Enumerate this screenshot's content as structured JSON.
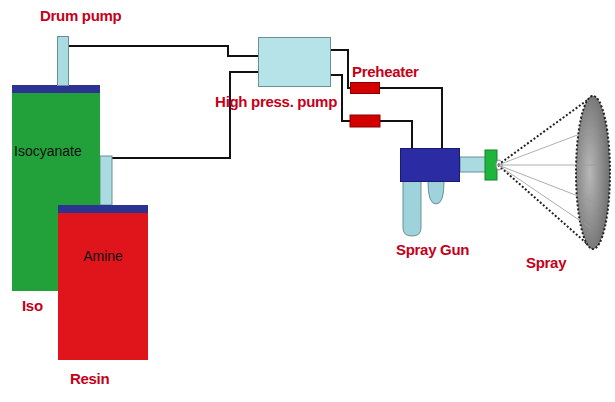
{
  "diagram": {
    "nodes": [
      {
        "text": [
          "Isocyanate",
          "Iso"
        ]
      },
      {
        "text": [
          "Drum pump"
        ]
      },
      {
        "text": [
          "Amine",
          "Resin"
        ]
      },
      {
        "text": [
          "High press. pump"
        ]
      },
      {
        "text": [
          "Preheater"
        ]
      },
      {
        "text": [
          "Spray Gun"
        ]
      },
      {
        "text": [
          "Spray"
        ]
      }
    ],
    "edges": [
      {
        "from": 1,
        "to": 3,
        "arrow": "none"
      },
      {
        "from": 2,
        "to": 3,
        "arrow": "none"
      },
      {
        "from": 3,
        "to": 4,
        "arrow": "none"
      },
      {
        "from": 3,
        "to": 5,
        "arrow": "none"
      },
      {
        "from": 4,
        "to": 5,
        "arrow": "none"
      }
    ]
  }
}
